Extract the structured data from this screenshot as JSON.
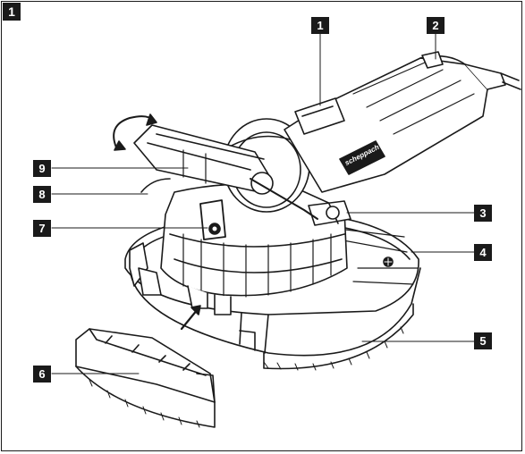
{
  "figure": {
    "label": "1"
  },
  "callouts": [
    {
      "label": "1"
    },
    {
      "label": "2"
    },
    {
      "label": "3"
    },
    {
      "label": "4"
    },
    {
      "label": "5"
    },
    {
      "label": "6"
    },
    {
      "label": "7"
    },
    {
      "label": "8"
    },
    {
      "label": "9"
    }
  ],
  "brand_badge": {
    "text": "scheppach"
  },
  "colors": {
    "ink": "#1a1a1a",
    "paper": "#ffffff",
    "shade": "#cfcfcf"
  }
}
